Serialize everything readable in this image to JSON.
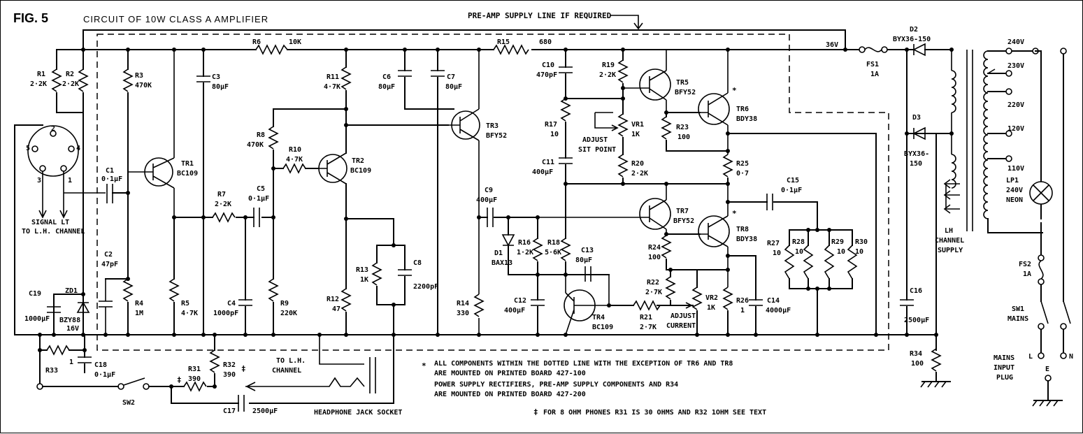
{
  "fig_label": "FIG. 5",
  "title": "CIRCUIT OF 10W CLASS A AMPLIFIER",
  "preamp_label": "PRE-AMP SUPPLY LINE IF REQUIRED",
  "supply_36v": "36V",
  "components": {
    "R1": [
      "R1",
      "2·2K"
    ],
    "R2": [
      "R2",
      "2·2K"
    ],
    "R3": [
      "R3",
      "470K"
    ],
    "R4": [
      "R4",
      "1M"
    ],
    "R5": [
      "R5",
      "4·7K"
    ],
    "R6": [
      "R6",
      "10K"
    ],
    "R7": [
      "R7",
      "2·2K"
    ],
    "R8": [
      "R8",
      "470K"
    ],
    "R9": [
      "R9",
      "220K"
    ],
    "R10": [
      "R10",
      "4·7K"
    ],
    "R11": [
      "R11",
      "4·7K"
    ],
    "R12": [
      "R12",
      "47"
    ],
    "R13": [
      "R13",
      "1K"
    ],
    "R14": [
      "R14",
      "330"
    ],
    "R15": [
      "R15",
      "680"
    ],
    "R16": [
      "R16",
      "1·2K"
    ],
    "R17": [
      "R17",
      "10"
    ],
    "R18": [
      "R18",
      "5·6K"
    ],
    "R19": [
      "R19",
      "2·2K"
    ],
    "R20": [
      "R20",
      "2·2K"
    ],
    "R21": [
      "R21",
      "2·7K"
    ],
    "R22": [
      "R22",
      "2·7K"
    ],
    "R23": [
      "R23",
      "100"
    ],
    "R24": [
      "R24",
      "100"
    ],
    "R25": [
      "R25",
      "0·7"
    ],
    "R26": [
      "R26",
      "1"
    ],
    "R27": [
      "R27",
      "10"
    ],
    "R28": [
      "R28",
      "10"
    ],
    "R29": [
      "R29",
      "10"
    ],
    "R30": [
      "R30",
      "10"
    ],
    "R31": [
      "R31",
      "390"
    ],
    "R32": [
      "R32",
      "390"
    ],
    "R33": [
      "R33",
      "1"
    ],
    "R34": [
      "R34",
      "100"
    ],
    "C1": [
      "C1",
      "0·1µF"
    ],
    "C2": [
      "C2",
      "47pF"
    ],
    "C3": [
      "C3",
      "80µF"
    ],
    "C4": [
      "C4",
      "1000pF"
    ],
    "C5": [
      "C5",
      "0·1µF"
    ],
    "C6": [
      "C6",
      "80µF"
    ],
    "C7": [
      "C7",
      "80µF"
    ],
    "C8": [
      "C8",
      "2200pF"
    ],
    "C9": [
      "C9",
      "400µF"
    ],
    "C10": [
      "C10",
      "470pF"
    ],
    "C11": [
      "C11",
      "400µF"
    ],
    "C12": [
      "C12",
      "400µF"
    ],
    "C13": [
      "C13",
      "80µF"
    ],
    "C14": [
      "C14",
      "4000µF"
    ],
    "C15": [
      "C15",
      "0·1µF"
    ],
    "C16": [
      "C16",
      "2500µF"
    ],
    "C17": [
      "C17",
      "2500µF"
    ],
    "C18": [
      "C18",
      "0·1µF"
    ],
    "C19": [
      "C19",
      "1000µF"
    ],
    "TR1": [
      "TR1",
      "BC109"
    ],
    "TR2": [
      "TR2",
      "BC109"
    ],
    "TR3": [
      "TR3",
      "BFY52"
    ],
    "TR4": [
      "TR4",
      "BC109"
    ],
    "TR5": [
      "TR5",
      "BFY52"
    ],
    "TR6": [
      "TR6",
      "BDY38"
    ],
    "TR7": [
      "TR7",
      "BFY52"
    ],
    "TR8": [
      "TR8",
      "BDY38"
    ],
    "D1": [
      "D1",
      "BAX13"
    ],
    "D2": [
      "D2",
      "BYX36-150"
    ],
    "D3a": [
      "D3",
      "BYX36-"
    ],
    "D3b": [
      "",
      "150"
    ],
    "ZD1": [
      "ZD1",
      "BZY88"
    ],
    "ZD1v": [
      "",
      "16V"
    ],
    "VR1": [
      "VR1",
      "1K"
    ],
    "VR2": [
      "VR2",
      "1K"
    ],
    "FS1": [
      "FS1",
      "1A"
    ],
    "FS2": [
      "FS2",
      "1A"
    ],
    "LP1": [
      "LP1",
      "240V"
    ],
    "LP1n": [
      "",
      "NEON"
    ]
  },
  "taps": [
    "240V",
    "230V",
    "220V",
    "120V",
    "110V"
  ],
  "labels": {
    "signal": [
      "SIGNAL LT",
      "TO L.H. CHANNEL"
    ],
    "adjust_sit": [
      "ADJUST",
      "SIT POINT"
    ],
    "adjust_current": [
      "ADJUST",
      "CURRENT"
    ],
    "lh_supply": [
      "LH",
      "CHANNEL",
      "SUPPLY"
    ],
    "to_lh": [
      "TO L.H.",
      "CHANNEL"
    ],
    "sw1": [
      "SW1",
      "MAINS"
    ],
    "sw2": "SW2",
    "mains_plug": [
      "MAINS",
      "INPUT",
      "PLUG"
    ],
    "L": "L",
    "N": "N",
    "E": "E",
    "headphone": "HEADPHONE JACK SOCKET",
    "din_pins": [
      "2",
      "5",
      "4",
      "3",
      "1"
    ]
  },
  "notes": {
    "star": "*",
    "dagger": "‡",
    "line1": "ALL COMPONENTS WITHIN THE DOTTED LINE WITH THE EXCEPTION OF TR6 AND TR8",
    "line2": "ARE MOUNTED ON PRINTED BOARD 427-100",
    "line3": "POWER SUPPLY RECTIFIERS, PRE-AMP SUPPLY COMPONENTS AND R34",
    "line4": "ARE MOUNTED ON PRINTED BOARD 427-200",
    "footnote": "FOR 8 OHM PHONES R31 IS 30 OHMS AND R32 1OHM SEE TEXT"
  }
}
